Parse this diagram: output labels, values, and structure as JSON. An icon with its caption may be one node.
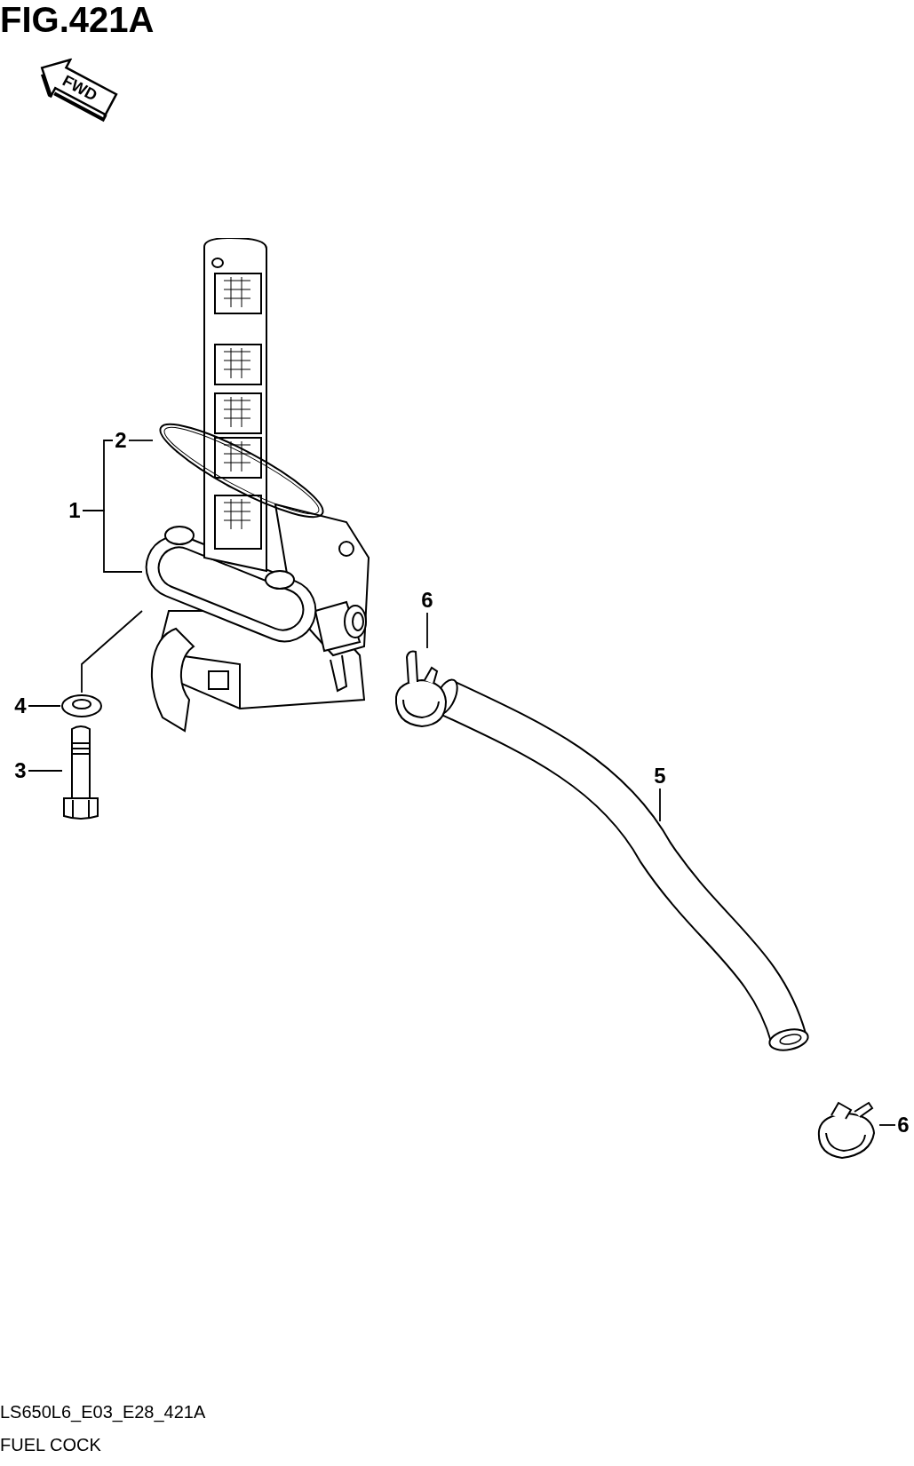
{
  "diagram": {
    "title": "FIG.421A",
    "caption": "FUEL COCK",
    "nodes": [
      {
        "text": [
          "2"
        ]
      },
      {
        "text": [
          "1"
        ]
      },
      {
        "text": [
          "4"
        ]
      },
      {
        "text": [
          "3"
        ]
      },
      {
        "text": [
          "6"
        ]
      },
      {
        "text": [],
        "shape": "picture"
      },
      {
        "text": [
          "5"
        ],
        "in": 5
      },
      {
        "text": [
          "6"
        ]
      },
      {
        "text": [],
        "shape": "picture"
      },
      {
        "text": [],
        "shape": "picture",
        "in": 8
      },
      {
        "text": [],
        "shape": "picture"
      },
      {
        "text": [],
        "shape": "picture"
      },
      {
        "text": [],
        "shape": "picture"
      },
      {
        "text": [],
        "shape": "picture"
      }
    ],
    "edges": [
      {
        "from": 0,
        "to": 9,
        "arrow": "none"
      },
      {
        "from": 1,
        "to": 8,
        "arrow": "none"
      },
      {
        "from": 2,
        "to": 10,
        "arrow": "none"
      },
      {
        "from": 3,
        "to": 11,
        "arrow": "none"
      },
      {
        "from": 4,
        "to": 12,
        "arrow": "none"
      },
      {
        "from": 6,
        "to": 5,
        "arrow": "none"
      },
      {
        "from": 7,
        "to": 13,
        "arrow": "none"
      },
      {
        "from": 10,
        "to": 8,
        "arrow": "none"
      },
      {
        "from": 1,
        "to": 0,
        "arrow": "none"
      }
    ],
    "labels": [
      "FWD",
      "LS650L6_E03_E28_421A"
    ]
  }
}
